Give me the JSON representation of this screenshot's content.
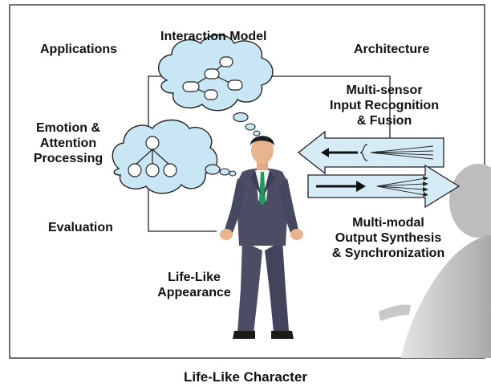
{
  "labels": {
    "applications": "Applications",
    "interaction_model": "Interaction Model",
    "architecture": "Architecture",
    "input_recognition": [
      "Multi-sensor",
      "Input Recognition",
      "& Fusion"
    ],
    "emotion_attention": [
      "Emotion &",
      "Attention",
      "Processing"
    ],
    "evaluation": "Evaluation",
    "output_synthesis": [
      "Multi-modal",
      "Output Synthesis",
      "& Synchronization"
    ],
    "appearance": [
      "Life-Like",
      "Appearance"
    ]
  },
  "caption": "Life-Like Character",
  "colors": {
    "cloud_fill": "#c9e6f5",
    "arrow_fill": "#d5ecf7",
    "frame": "#222222",
    "suit": "#4a4d63",
    "tie": "#1e9a5a",
    "skin": "#e8b48e",
    "observer": "#cfcfcf"
  },
  "icons": [
    "thought-cloud-interaction-icon",
    "thought-cloud-emotion-icon",
    "input-arrow-icon",
    "output-arrow-icon",
    "character-figure-icon",
    "observer-figure-icon"
  ]
}
